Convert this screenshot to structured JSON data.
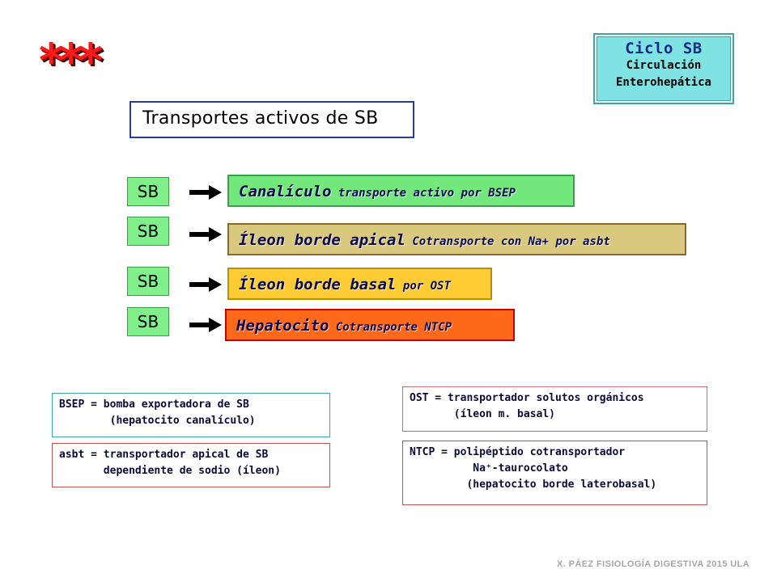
{
  "decoration": {
    "stars": "***"
  },
  "ciclo_box": {
    "title": "Ciclo SB",
    "line1": "Circulación",
    "line2": "Enterohepática"
  },
  "title": "Transportes activos de SB",
  "rows": [
    {
      "sb": "SB",
      "big": "Canalículo",
      "small": " transporte activo por BSEP",
      "color": "#73e87d"
    },
    {
      "sb": "SB",
      "big": "Íleon borde apical",
      "small": " Cotransporte con Na+ por asbt",
      "color": "#d9c97f"
    },
    {
      "sb": "SB",
      "big": "Íleon borde basal",
      "small": " por OST",
      "color": "#ffcc33"
    },
    {
      "sb": "SB",
      "big": "Hepatocito",
      "small": " Cotransporte NTCP",
      "color": "#ff6a1a"
    }
  ],
  "notes": {
    "bsep_line1": "BSEP = bomba exportadora de SB",
    "bsep_line2": "        (hepatocito canalículo)",
    "asbt_line1": "asbt = transportador apical de SB",
    "asbt_line2": "       dependiente de sodio (íleon)",
    "ost_line1": "OST = transportador solutos orgánicos",
    "ost_line2": "       (íleon m. basal)",
    "ntcp_line1": "NTCP = polipéptido cotransportador",
    "ntcp_line2": "          Na⁺-taurocolato",
    "ntcp_line3": "         (hepatocito borde laterobasal)"
  },
  "footer": "X. PÁEZ  FISIOLOGÍA DIGESTIVA 2015 ULA"
}
